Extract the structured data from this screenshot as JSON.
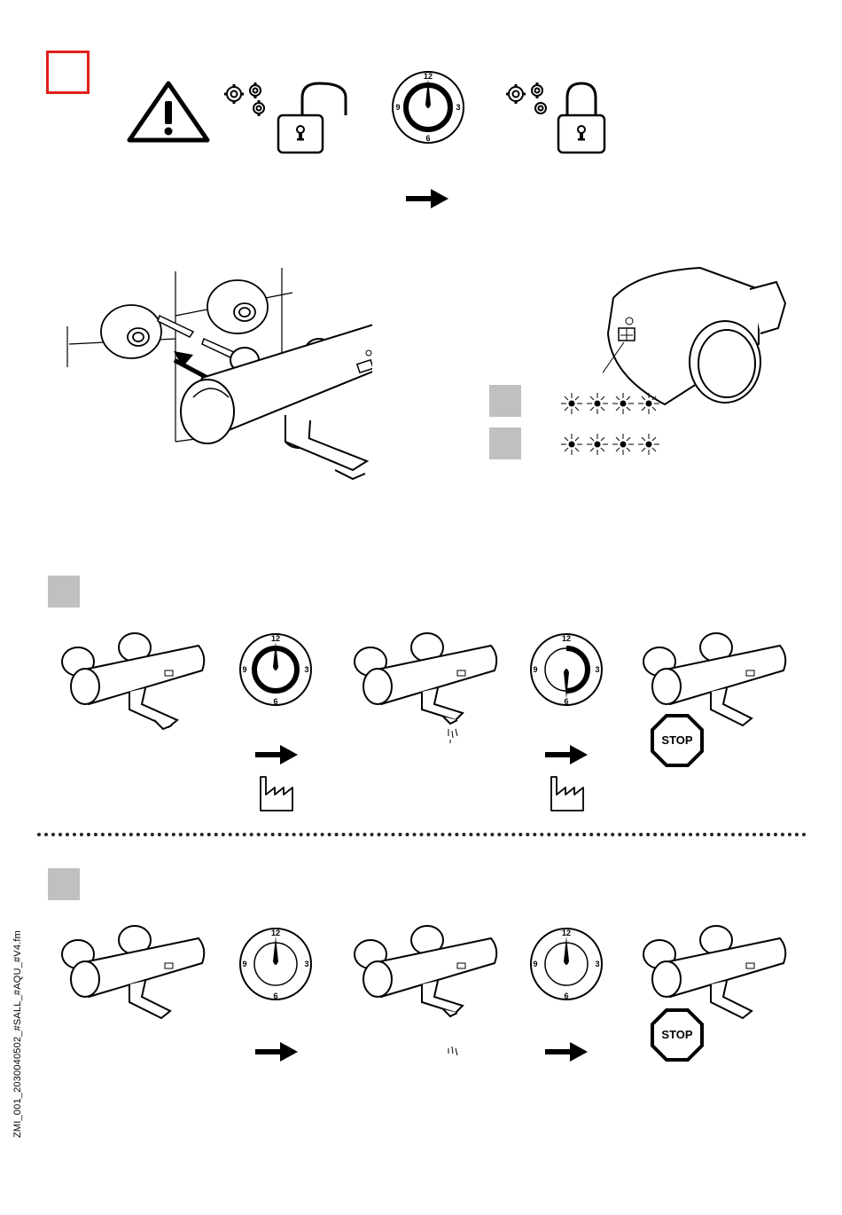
{
  "dial": {
    "n12": "12",
    "n3": "3",
    "n6": "6",
    "n9": "9"
  },
  "stop": {
    "label": "STOP"
  },
  "footer": {
    "file_id": "ZMI_001_2030040502_#SALL_#AQU_#V4.fm"
  },
  "colors": {
    "accent_red": "#e0201c",
    "step_grey": "#c0c0c0"
  }
}
